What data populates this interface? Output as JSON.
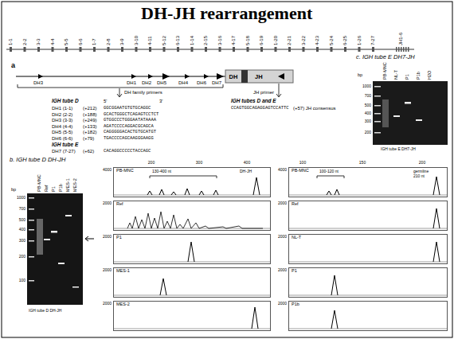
{
  "diagram": {
    "title": "DH-JH rearrangement",
    "nodes": [
      {
        "text": [
          "DH"
        ]
      },
      {
        "text": [
          "JH"
        ]
      },
      {
        "text": [
          "PB-MNC"
        ]
      },
      {
        "text": [
          "Ref"
        ]
      },
      {
        "text": [
          "P1"
        ]
      },
      {
        "text": [
          "MES-1"
        ]
      },
      {
        "text": [
          "MES-2"
        ]
      },
      {
        "text": [
          "PB-MNC"
        ]
      },
      {
        "text": [
          "Ref"
        ]
      },
      {
        "text": [
          "NL-T"
        ]
      },
      {
        "text": [
          "P1"
        ]
      },
      {
        "text": [
          "P1b"
        ]
      }
    ],
    "labels": [
      "a",
      "1-1",
      "2-2",
      "3-3",
      "4-4",
      "5-5",
      "6-6",
      "1-7",
      "2-8",
      "3-9",
      "3-10",
      "4-11",
      "5-12",
      "6-13",
      "1-14",
      "2-15",
      "3-16",
      "4-17",
      "5-18",
      "6-19",
      "1-20",
      "2-21",
      "3-22",
      "4-23",
      "5-24",
      "6-25",
      "1-26",
      "7-27",
      "JH1-6",
      "DH3",
      "DH1",
      "DH2",
      "DH5",
      "DH4",
      "DH6",
      "DH7",
      "DH family primers",
      "JH primer",
      "IGH tube D",
      "5'",
      "3'",
      "IGH tubes D and E",
      "DH1 (1-1)",
      "(+212)",
      "GGCGGAATGTGTGCAGGC",
      "DH2 (2-2)",
      "(+188)",
      "GCACTGGGCTCAGAGTCCTCT",
      "DH3 (3-3)",
      "(+249)",
      "GTGGCCCTGGGAATATAAAA",
      "DH4 (4-4)",
      "(+133)",
      "AGATCCCCAGGACGCAGCA",
      "DH5 (5-5)",
      "(+182)",
      "CAGGGGGACACTGTGCATGT",
      "DH6 (6-6)",
      "(+79)",
      "TGACCCCAGCAAGGGAAGG",
      "IGH tube E",
      "DH7 (7-27)",
      "(+62)",
      "CACAGGCCCCCTACCAGC",
      "CCAGTGGCAGAGGAGTCCATTC",
      "(+57) JH consensus",
      "c. IGH tube E DH7-JH",
      "PB-MNC",
      "NL-T",
      "P1",
      "P1b",
      "H2O",
      "bp",
      "1000",
      "700",
      "500",
      "400",
      "300",
      "200",
      "IGH tube E DH7-JH",
      "b. IGH tube D DH-JH",
      "PB-MNC",
      "Ref",
      "P1",
      "P1b",
      "MES-1",
      "MES-2",
      "bp",
      "1000",
      "700",
      "500",
      "400",
      "300",
      "200",
      "100",
      "IGH tube D DH-JH",
      "200",
      "300",
      "400",
      "4000",
      "2000",
      "2000",
      "2000",
      "2000",
      "130-400 nt",
      "DH-JH",
      "100",
      "150",
      "200",
      "4000",
      "2000",
      "2000",
      "2000",
      "2000",
      "100-120 nt",
      "germline",
      "210 nt"
    ]
  }
}
